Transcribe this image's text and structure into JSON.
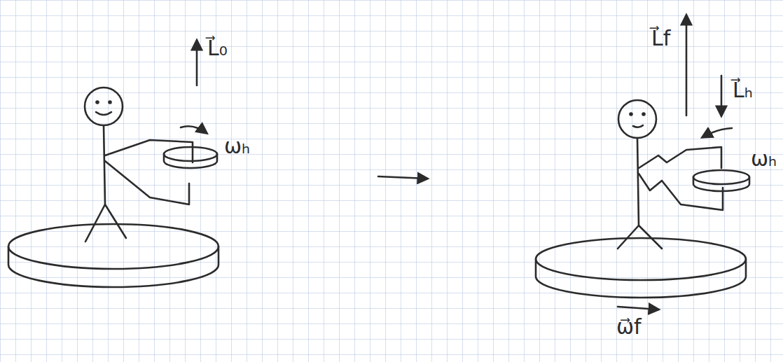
{
  "diagram": {
    "labels": [
      "L⃗₀",
      "ωₕ",
      "L⃗f",
      "L⃗ₕ",
      "ωₕ",
      "ω⃗f"
    ]
  }
}
